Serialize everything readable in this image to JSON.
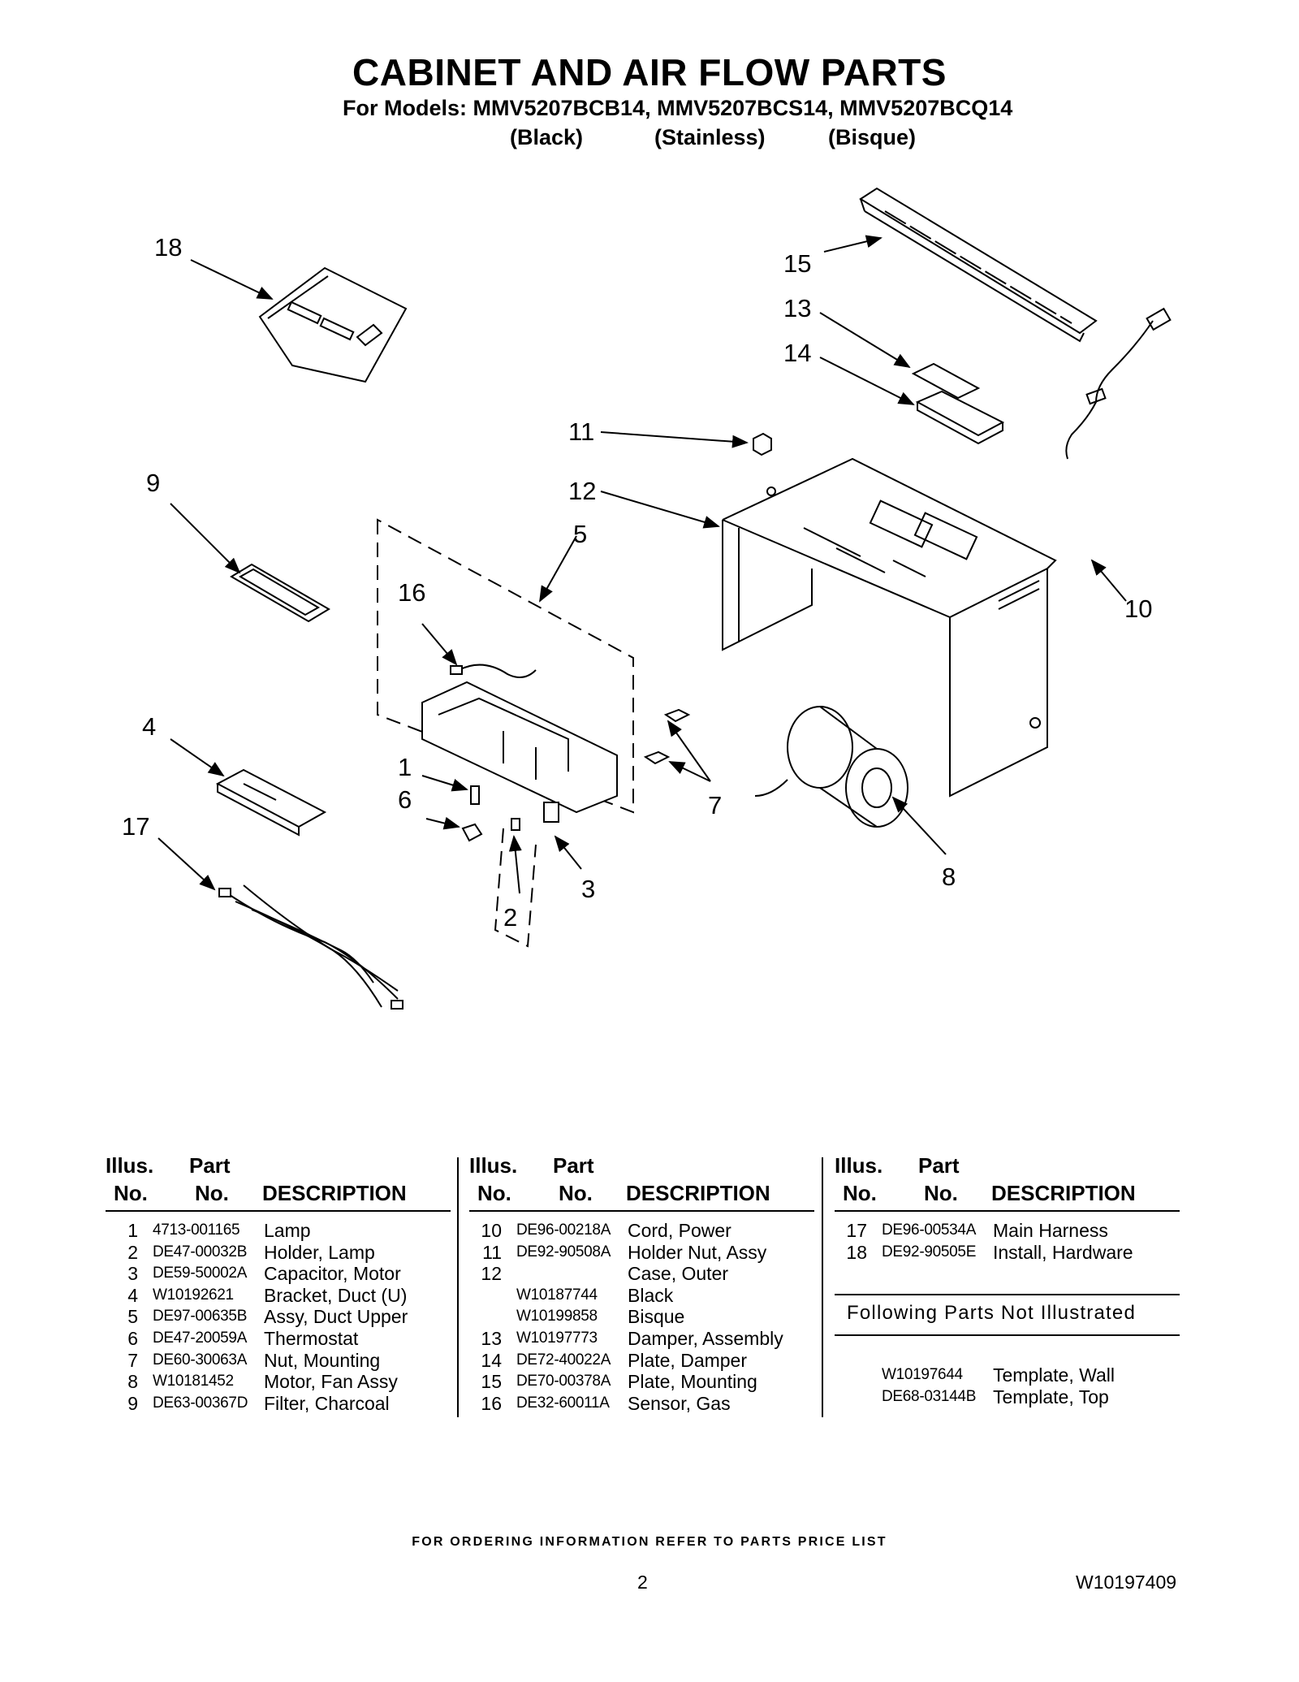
{
  "header": {
    "title": "CABINET AND AIR FLOW PARTS",
    "models_line": "For Models: MMV5207BCB14, MMV5207BCS14, MMV5207BCQ14",
    "colors": [
      "(Black)",
      "(Stainless)",
      "(Bisque)"
    ]
  },
  "diagram": {
    "callouts": [
      "18",
      "15",
      "13",
      "14",
      "11",
      "9",
      "12",
      "5",
      "16",
      "10",
      "4",
      "1",
      "6",
      "7",
      "17",
      "2",
      "3",
      "8"
    ]
  },
  "table": {
    "headers": {
      "illus_1": "Illus.",
      "illus_2": "No.",
      "part_1": "Part",
      "part_2": "No.",
      "description": "DESCRIPTION"
    },
    "col1": [
      {
        "no": "1",
        "part": "4713-001165",
        "desc": "Lamp"
      },
      {
        "no": "2",
        "part": "DE47-00032B",
        "desc": "Holder, Lamp"
      },
      {
        "no": "3",
        "part": "DE59-50002A",
        "desc": "Capacitor, Motor"
      },
      {
        "no": "4",
        "part": "W10192621",
        "desc": "Bracket, Duct (U)"
      },
      {
        "no": "5",
        "part": "DE97-00635B",
        "desc": "Assy, Duct Upper"
      },
      {
        "no": "6",
        "part": "DE47-20059A",
        "desc": "Thermostat"
      },
      {
        "no": "7",
        "part": "DE60-30063A",
        "desc": "Nut, Mounting"
      },
      {
        "no": "8",
        "part": "W10181452",
        "desc": "Motor, Fan Assy"
      },
      {
        "no": "9",
        "part": "DE63-00367D",
        "desc": "Filter, Charcoal"
      }
    ],
    "col2": [
      {
        "no": "10",
        "part": "DE96-00218A",
        "desc": "Cord, Power"
      },
      {
        "no": "11",
        "part": "DE92-90508A",
        "desc": "Holder Nut, Assy"
      },
      {
        "no": "12",
        "part": "",
        "desc": "Case, Outer"
      },
      {
        "no": "",
        "part": "W10187744",
        "desc": "Black"
      },
      {
        "no": "",
        "part": "W10199858",
        "desc": "Bisque"
      },
      {
        "no": "13",
        "part": "W10197773",
        "desc": "Damper, Assembly"
      },
      {
        "no": "14",
        "part": "DE72-40022A",
        "desc": "Plate, Damper"
      },
      {
        "no": "15",
        "part": "DE70-00378A",
        "desc": "Plate, Mounting"
      },
      {
        "no": "16",
        "part": "DE32-60011A",
        "desc": "Sensor, Gas"
      }
    ],
    "col3": [
      {
        "no": "17",
        "part": "DE96-00534A",
        "desc": "Main Harness"
      },
      {
        "no": "18",
        "part": "DE92-90505E",
        "desc": "Install, Hardware"
      }
    ],
    "not_illustrated_title": "Following Parts Not Illustrated",
    "not_illustrated": [
      {
        "part": "W10197644",
        "desc": "Template, Wall"
      },
      {
        "part": "DE68-03144B",
        "desc": "Template, Top"
      }
    ]
  },
  "footer": {
    "ordering_note": "FOR ORDERING INFORMATION REFER TO PARTS PRICE LIST",
    "page_number": "2",
    "doc_number": "W10197409"
  }
}
